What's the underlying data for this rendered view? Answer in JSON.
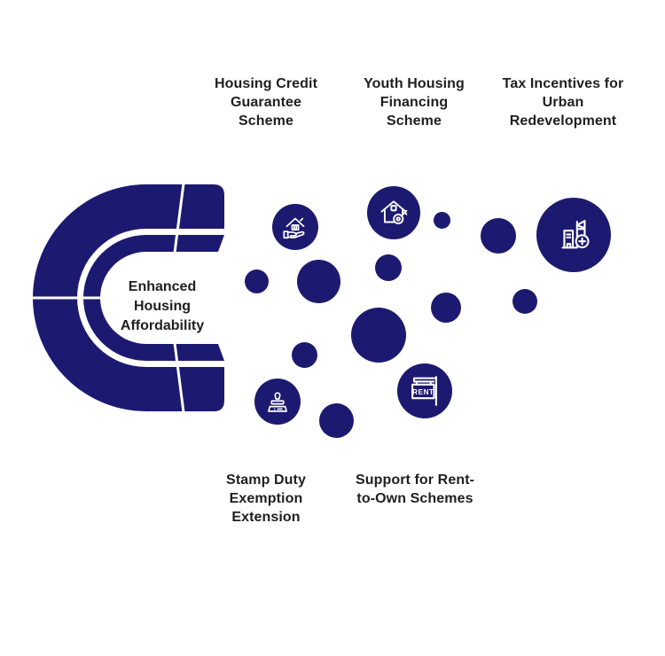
{
  "colors": {
    "navy": "#1c1a70",
    "text": "#1f1f1f",
    "background": "#ffffff"
  },
  "magnet": {
    "label": "Enhanced\nHousing\nAffordability"
  },
  "schemes": [
    {
      "label": "Housing Credit\nGuarantee\nScheme",
      "icon": "house-in-hand-icon"
    },
    {
      "label": "Youth Housing\nFinancing\nScheme",
      "icon": "house-key-icon"
    },
    {
      "label": "Tax Incentives for\nUrban\nRedevelopment",
      "icon": "building-plus-icon"
    },
    {
      "label": "Stamp Duty\nExemption\nExtension",
      "icon": "stamp-icon"
    },
    {
      "label": "Support for Rent-\nto-Own Schemes",
      "icon": "rent-sign-icon",
      "sign_text": "RENT"
    }
  ]
}
